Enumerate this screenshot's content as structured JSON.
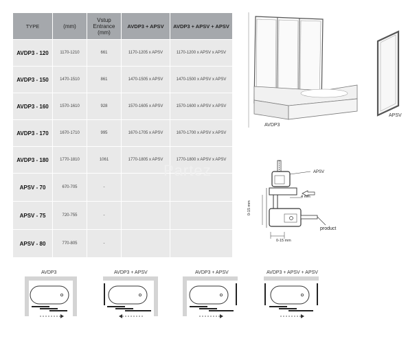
{
  "table": {
    "headers": [
      "TYPE",
      "(mm)",
      "Vstup Entrance (mm)",
      "AVDP3 + APSV",
      "AVDP3 + APSV + APSV"
    ],
    "rows": [
      {
        "type": "AVDP3 - 120",
        "mm": "1170-1210",
        "entrance": "661",
        "c1": "1170-1205 x APSV",
        "c2": "1170-1200 x APSV x APSV"
      },
      {
        "type": "AVDP3 - 150",
        "mm": "1470-1510",
        "entrance": "861",
        "c1": "1470-1505 x APSV",
        "c2": "1470-1500 x APSV x APSV"
      },
      {
        "type": "AVDP3 - 160",
        "mm": "1570-1610",
        "entrance": "928",
        "c1": "1570-1605 x APSV",
        "c2": "1570-1600 x APSV x APSV"
      },
      {
        "type": "AVDP3 - 170",
        "mm": "1670-1710",
        "entrance": "995",
        "c1": "1670-1705 x APSV",
        "c2": "1670-1700 x APSV x APSV"
      },
      {
        "type": "AVDP3 - 180",
        "mm": "1770-1810",
        "entrance": "1061",
        "c1": "1770-1805 x APSV",
        "c2": "1770-1800 x APSV x APSV"
      },
      {
        "type": "APSV - 70",
        "mm": "670-705",
        "entrance": "-",
        "c1": "",
        "c2": ""
      },
      {
        "type": "APSV - 75",
        "mm": "720-755",
        "entrance": "-",
        "c1": "",
        "c2": ""
      },
      {
        "type": "APSV - 80",
        "mm": "770-805",
        "entrance": "-",
        "c1": "",
        "c2": ""
      }
    ]
  },
  "drawings": {
    "avdp3_label": "AVDP3",
    "apsv_label": "APSV",
    "watermark": "Partez"
  },
  "detail": {
    "apsv_label": "APSV",
    "dim_4mm": "4 mm",
    "dim_vertical": "0-15 mm",
    "dim_horizontal": "0-15 mm",
    "product_label": "product"
  },
  "configs": [
    {
      "label": "AVDP3"
    },
    {
      "label": "AVDP3 + APSV"
    },
    {
      "label": "AVDP3 + APSV"
    },
    {
      "label": "AVDP3 + APSV + APSV"
    }
  ]
}
